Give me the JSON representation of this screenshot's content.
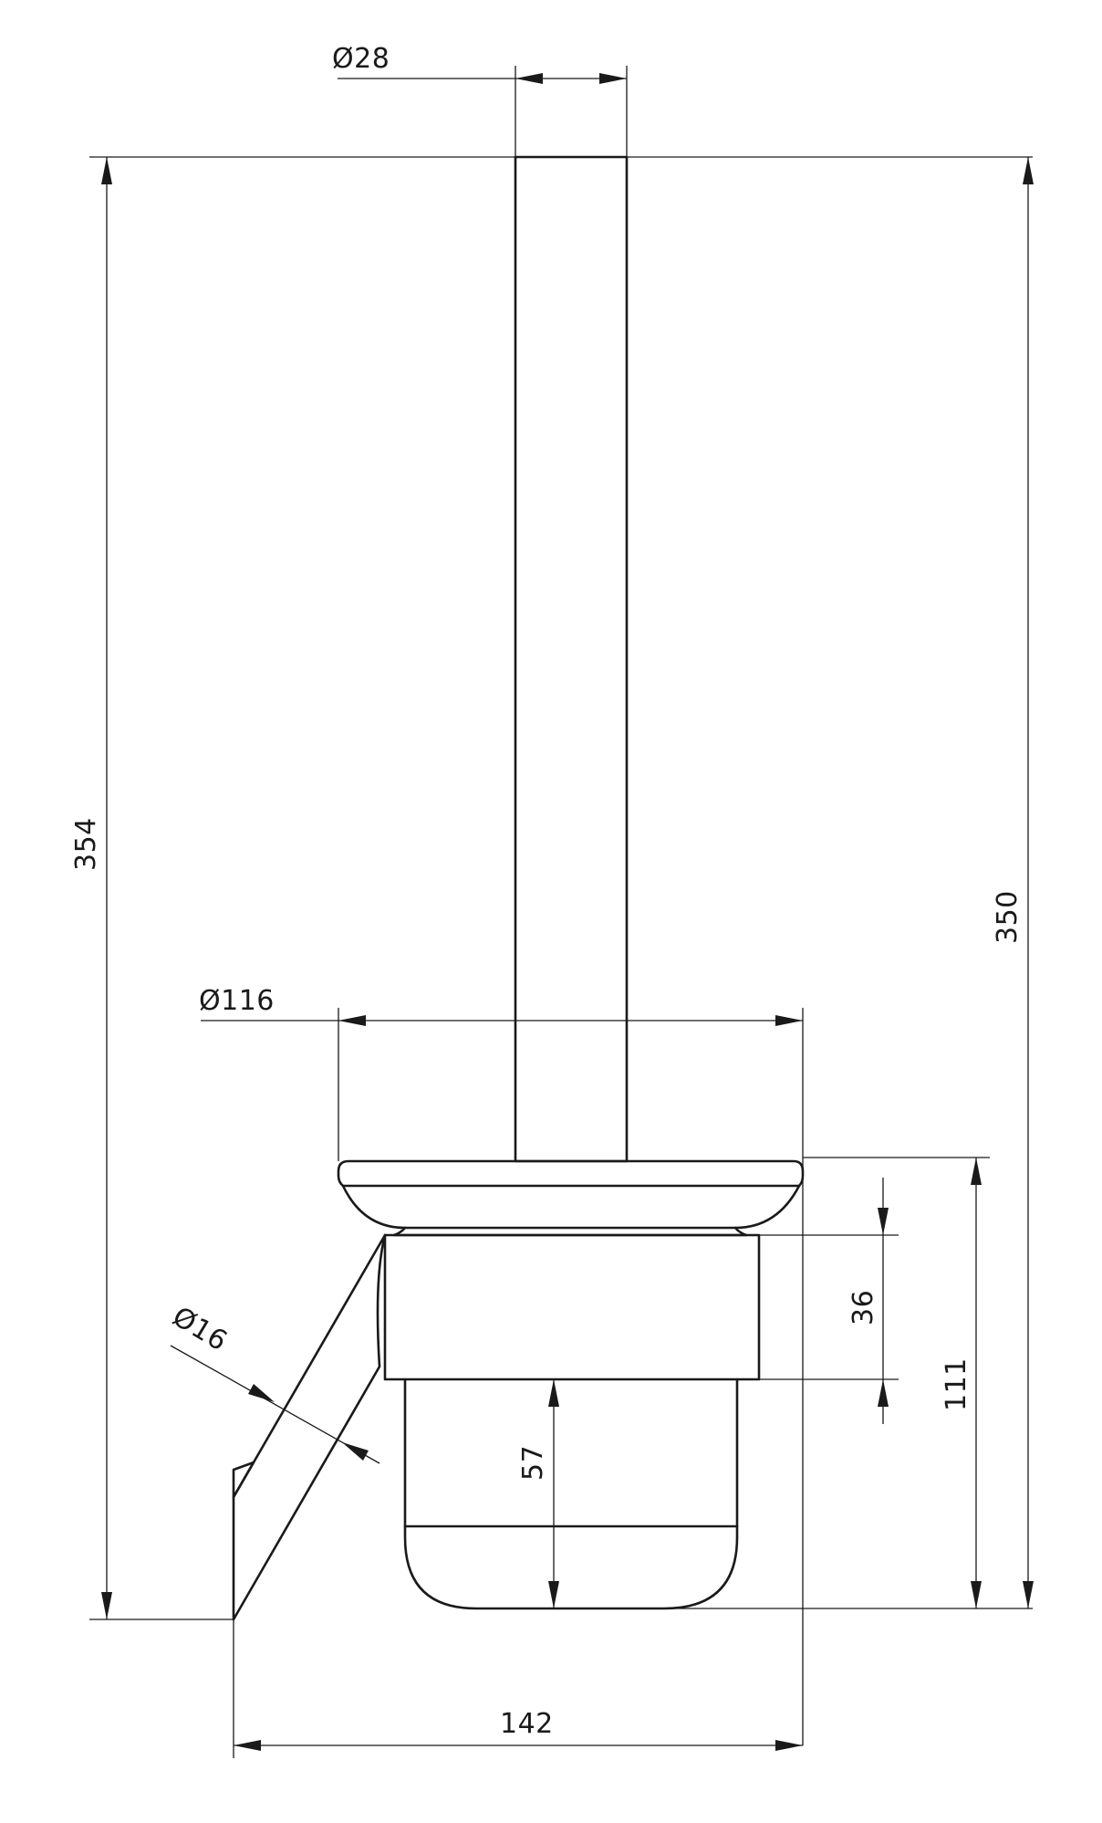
{
  "dimensions": {
    "rod_diameter": "Ø28",
    "total_height": "354",
    "height_from_bracket": "350",
    "cup_diameter": "Ø116",
    "arm_diameter": "Ø16",
    "collar_height": "36",
    "cup_height": "57",
    "lower_height": "111",
    "total_width": "142"
  },
  "colors": {
    "line": "#1a1a1a",
    "background": "#ffffff"
  }
}
